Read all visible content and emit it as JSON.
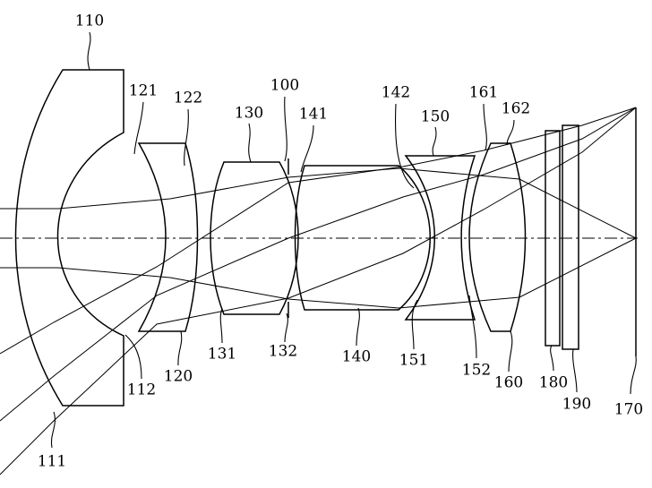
{
  "labels": {
    "l100": "100",
    "l110": "110",
    "l111": "111",
    "l112": "112",
    "l120": "120",
    "l121": "121",
    "l122": "122",
    "l130": "130",
    "l131": "131",
    "l132": "132",
    "l140": "140",
    "l141": "141",
    "l142": "142",
    "l150": "150",
    "l151": "151",
    "l152": "152",
    "l160": "160",
    "l161": "161",
    "l162": "162",
    "l170": "170",
    "l180": "180",
    "l190": "190"
  },
  "colors": {
    "stroke": "#000000",
    "background": "#ffffff"
  }
}
